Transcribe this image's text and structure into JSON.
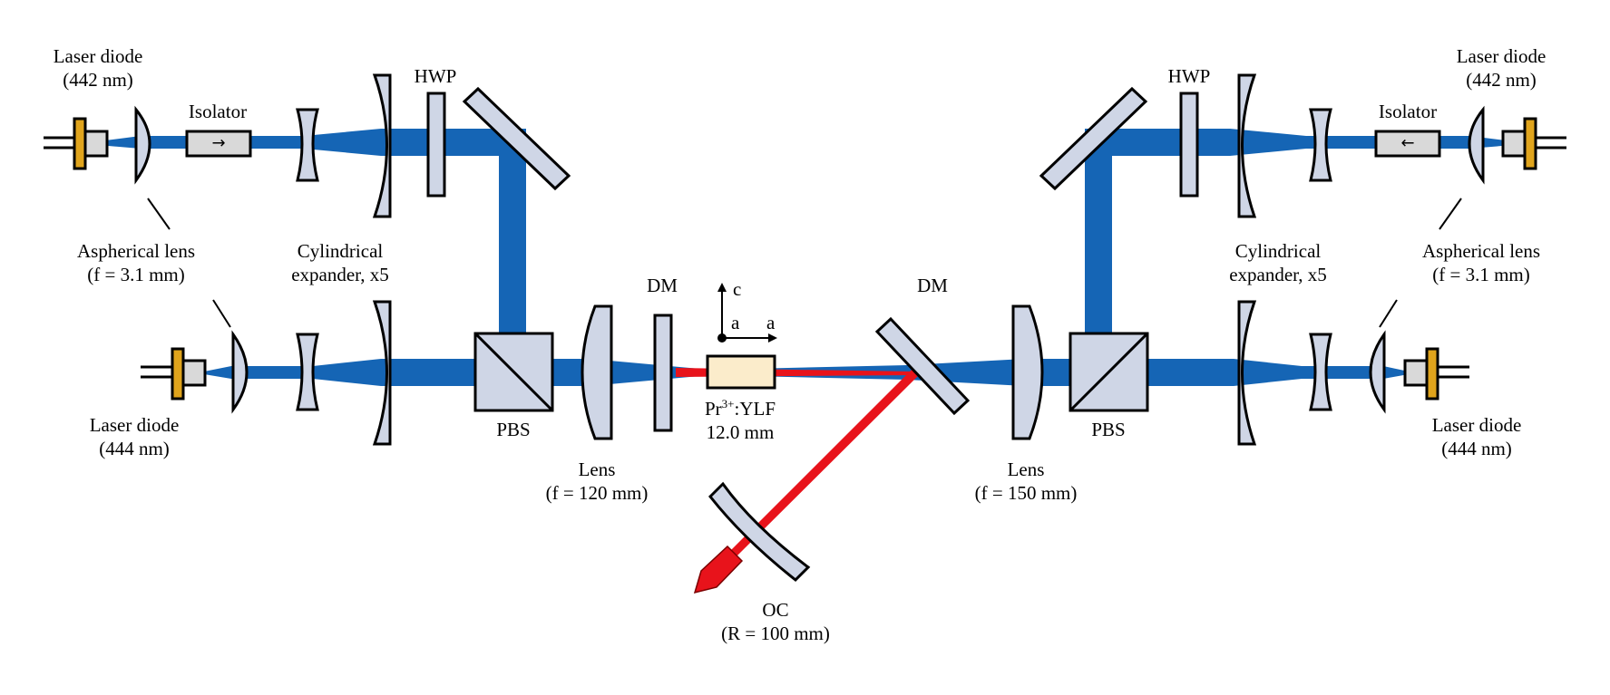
{
  "labels": {
    "ld_tl": [
      "Laser diode",
      "(442 nm)"
    ],
    "ld_tr": [
      "Laser diode",
      "(442 nm)"
    ],
    "ld_bl": [
      "Laser diode",
      "(444 nm)"
    ],
    "ld_br": [
      "Laser diode",
      "(444 nm)"
    ],
    "isolator_l": "Isolator",
    "isolator_r": "Isolator",
    "hwp_l": "HWP",
    "hwp_r": "HWP",
    "asph_l": [
      "Aspherical lens",
      "(f = 3.1 mm)"
    ],
    "asph_r": [
      "Aspherical lens",
      "(f = 3.1 mm)"
    ],
    "cyl_l": [
      "Cylindrical",
      "expander, x5"
    ],
    "cyl_r": [
      "Cylindrical",
      "expander, x5"
    ],
    "pbs_l": "PBS",
    "pbs_r": "PBS",
    "dm_l": "DM",
    "dm_r": "DM",
    "lens_l": [
      "Lens",
      "(f = 120 mm)"
    ],
    "lens_r": [
      "Lens",
      "(f = 150 mm)"
    ],
    "crystal_base": "Pr",
    "crystal_sup": "3+",
    "crystal_rest": ":YLF",
    "crystal_len": "12.0 mm",
    "oc": [
      "OC",
      "(R = 100 mm)"
    ],
    "axis_c": "c",
    "axis_a1": "a",
    "axis_a2": "a",
    "iso_arrow_l": "→",
    "iso_arrow_r": "←"
  },
  "colors": {
    "pump_beam": "#1565b5",
    "laser_beam": "#e8131b",
    "optic_fill": "#cfd6e6",
    "diode_cap": "#e0a41c",
    "diode_body": "#d9d9d9",
    "crystal": "#fbeccb"
  }
}
